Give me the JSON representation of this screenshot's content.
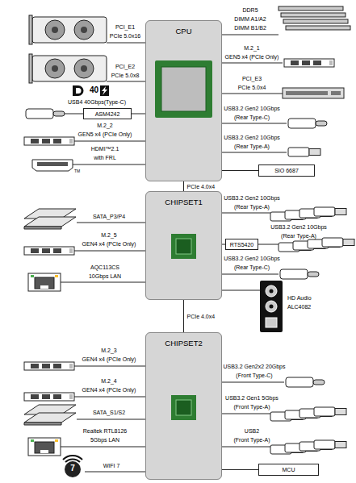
{
  "diagram": {
    "nodes": [
      {
        "text": [
          "CPU"
        ]
      },
      {
        "text": [
          "ASM4242"
        ]
      },
      {
        "text": [
          "SIO 6687"
        ]
      },
      {
        "text": [
          "CHIPSET1"
        ]
      },
      {
        "text": [
          "RTS5420"
        ]
      },
      {
        "text": [
          "CHIPSET2"
        ]
      },
      {
        "text": [
          "MCU"
        ]
      }
    ],
    "edges": [
      {
        "from": 0,
        "to": 1,
        "arrow": "none"
      },
      {
        "from": 0,
        "to": 2,
        "arrow": "none"
      },
      {
        "from": 0,
        "to": 3,
        "label": "PCIe 4.0x4",
        "arrow": "none"
      },
      {
        "from": 3,
        "to": 4,
        "arrow": "none"
      },
      {
        "from": 3,
        "to": 5,
        "label": "PCIe 4.0x4",
        "arrow": "none"
      },
      {
        "from": 5,
        "to": 6,
        "arrow": "none"
      }
    ],
    "labels": [
      "PCI_E1",
      "PCIe 5.0x16",
      "PCI_E2",
      "PCIe 5.0x8",
      "40",
      "USB4 40Gbps(Type-C)",
      "M.2_2",
      "GEN5 x4 (PCIe Only)",
      "HDMI™2.1",
      "with FRL",
      "DDR5",
      "DIMM A1/A2",
      "DIMM B1/B2",
      "M.2_1",
      "GEN5 x4 (PCIe Only)",
      "PCI_E3",
      "PCIe 5.0x4",
      "USB3.2 Gen2 10Gbps",
      "(Rear Type-C)",
      "USB3.2 Gen2 10Gbps",
      "(Rear Type-A)",
      "SATA_P3/P4",
      "M.2_5",
      "GEN4 x4 (PCIe Only)",
      "AQC113CS",
      "10Gbps LAN",
      "USB3.2 Gen2 10Gbps",
      "(Rear Type-A)",
      "USB3.2 Gen2 10Gbps",
      "(Rear Type-A)",
      "USB3.2 Gen2 10Gbps",
      "(Rear Type-C)",
      "HD Audio",
      "ALC4082",
      "M.2_3",
      "GEN4 x4 (PCIe Only)",
      "M.2_4",
      "GEN4 x4 (PCIe Only)",
      "SATA_S1/S2",
      "Realtek RTL8126",
      "5Gbps LAN",
      "WIFI 7",
      "USB3.2 Gen2x2 20Gbps",
      "(Front Type-C)",
      "USB3.2 Gen1 5Gbps",
      "(Front Type-A)",
      "USB2",
      "(Front Type-A)",
      "7",
      "TM"
    ]
  }
}
